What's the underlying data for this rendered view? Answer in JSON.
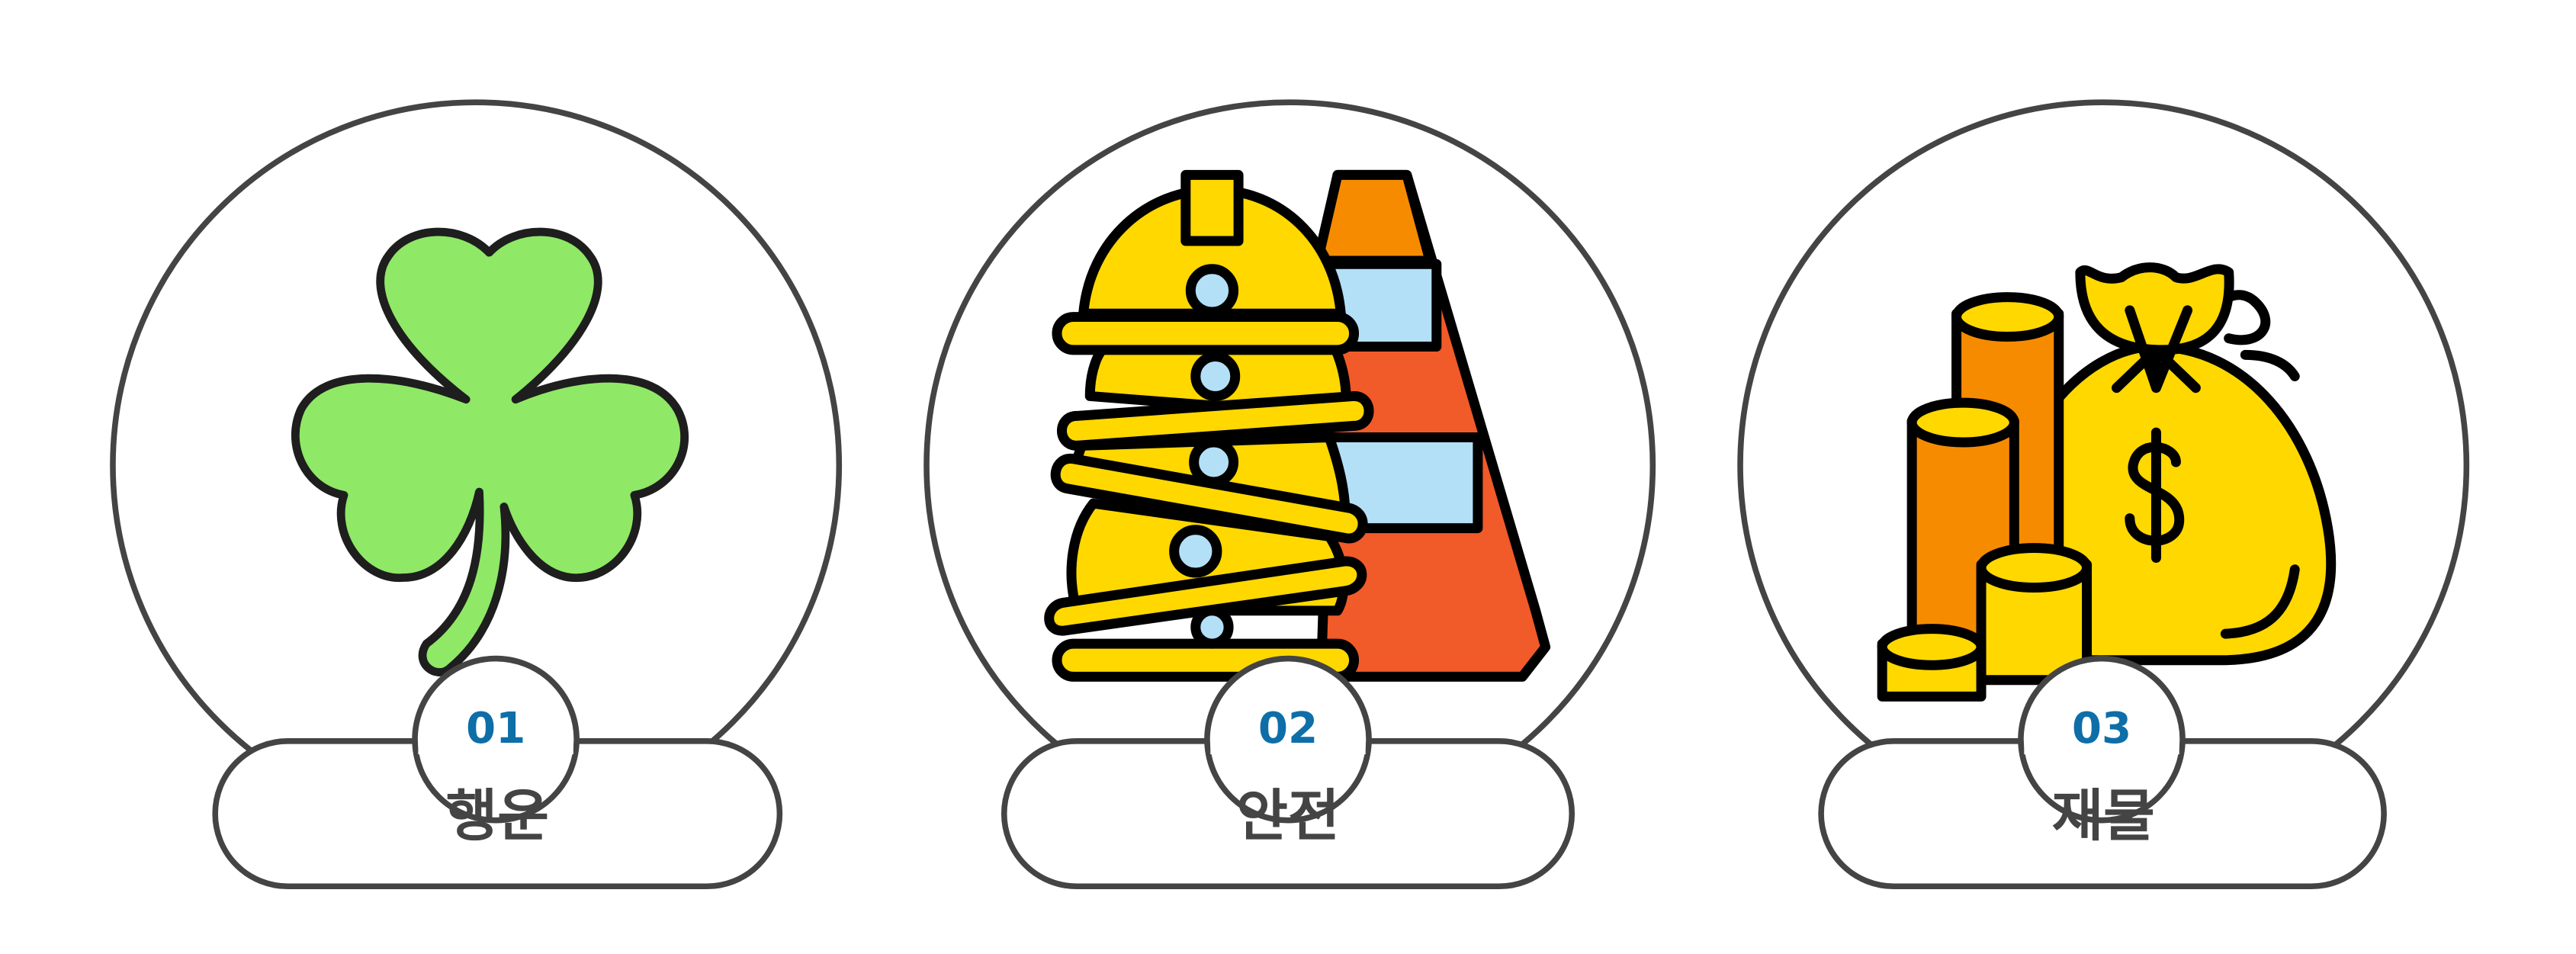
{
  "items": [
    {
      "number": "01",
      "label": "행운",
      "icon": "clover-icon"
    },
    {
      "number": "02",
      "label": "안전",
      "icon": "safety-helmet-cone-icon"
    },
    {
      "number": "03",
      "label": "재물",
      "icon": "money-bag-coins-icon"
    }
  ],
  "colors": {
    "number": "#0e6ea8",
    "label": "#444444",
    "outline": "#444444",
    "clover": "#8fe866",
    "gold": "#ffd800",
    "orange": "#f78b00"
  }
}
